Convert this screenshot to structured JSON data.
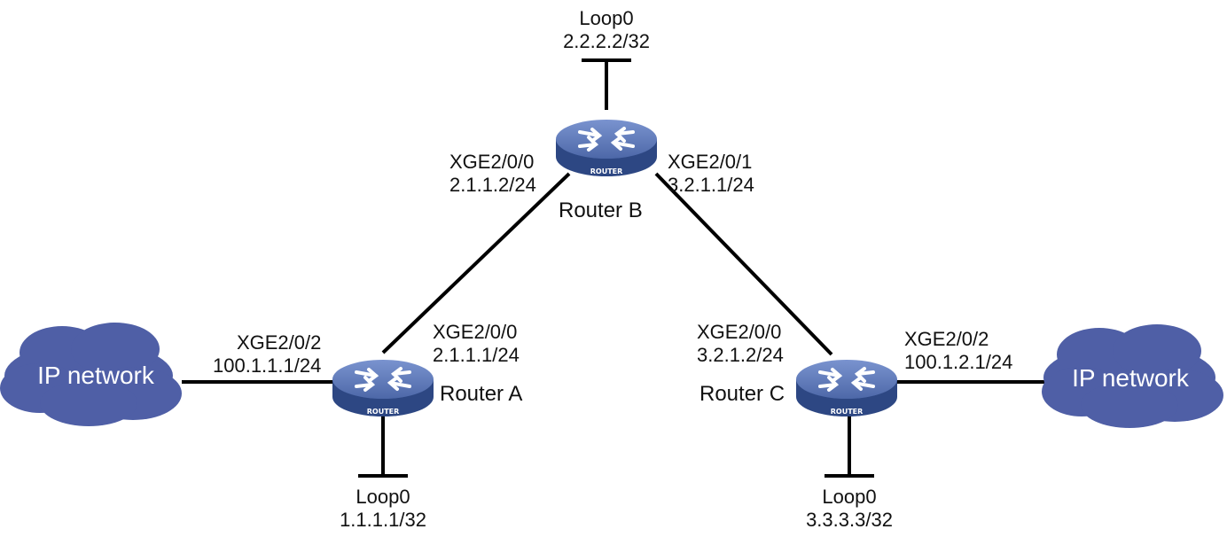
{
  "colors": {
    "router_top": "#5b77b8",
    "router_side": "#2d4783",
    "cloud": "#4f5fa6",
    "line": "#000000",
    "label_text": "#111111"
  },
  "routers": {
    "a": {
      "name": "Router A",
      "badge": "ROUTER"
    },
    "b": {
      "name": "Router B",
      "badge": "ROUTER"
    },
    "c": {
      "name": "Router C",
      "badge": "ROUTER"
    }
  },
  "clouds": {
    "left": {
      "label": "IP network"
    },
    "right": {
      "label": "IP network"
    }
  },
  "interfaces": {
    "b_loop": {
      "name": "Loop0",
      "ip": "2.2.2.2/32"
    },
    "b_xge0": {
      "name": "XGE2/0/0",
      "ip": "2.1.1.2/24"
    },
    "b_xge1": {
      "name": "XGE2/0/1",
      "ip": "3.2.1.1/24"
    },
    "a_xge2": {
      "name": "XGE2/0/2",
      "ip": "100.1.1.1/24"
    },
    "a_xge0": {
      "name": "XGE2/0/0",
      "ip": "2.1.1.1/24"
    },
    "a_loop": {
      "name": "Loop0",
      "ip": "1.1.1.1/32"
    },
    "c_xge0": {
      "name": "XGE2/0/0",
      "ip": "3.2.1.2/24"
    },
    "c_xge2": {
      "name": "XGE2/0/2",
      "ip": "100.1.2.1/24"
    },
    "c_loop": {
      "name": "Loop0",
      "ip": "3.3.3.3/32"
    }
  }
}
